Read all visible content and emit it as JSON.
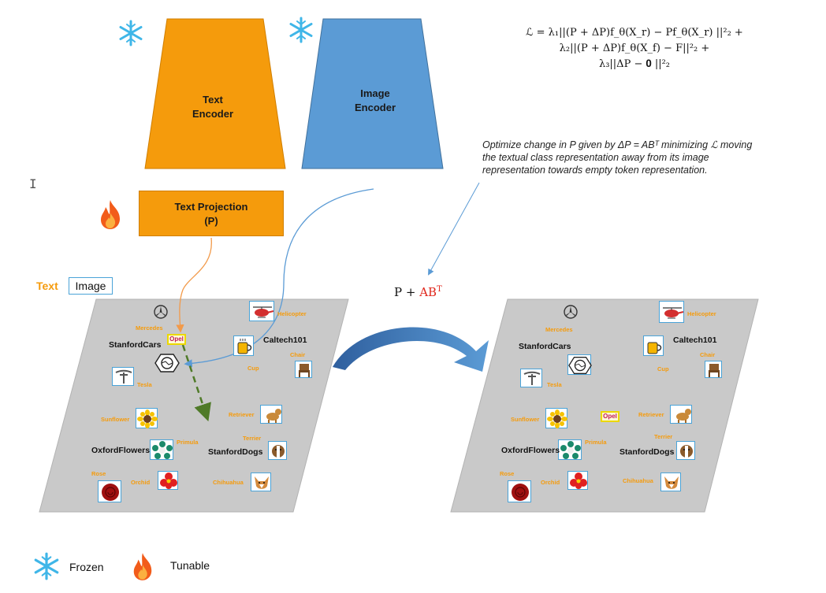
{
  "encoders": {
    "text_encoder_label": "Text\nEncoder",
    "image_encoder_label": "Image\nEncoder",
    "text_projection_label": "Text Projection\n(P)"
  },
  "formula": {
    "line1": "ℒ = λ₁||(P + ΔP)f_θ(X_r) − Pf_θ(X_r) ||²₂ +",
    "line2": "λ₂||(P + ΔP)f_θ(X_f) − F||²₂ +",
    "line3": "λ₃||ΔP − 𝟎 ||²₂"
  },
  "note": "Optimize change in P given by ΔP = ABᵀ minimizing ℒ moving the textual class representation away from its image representation towards empty token representation.",
  "update": {
    "prefix": "P + ",
    "suffix": "AB",
    "sup": "T"
  },
  "toggle": {
    "text": "Text",
    "image": "Image"
  },
  "left_plane": {
    "labels": {
      "mercedes": "Mercedes",
      "opel": "Opel",
      "helicopter": "Helicopter",
      "tesla": "Tesla",
      "cup": "Cup",
      "chair": "Chair",
      "sunflower": "Sunflower",
      "primula": "Primula",
      "retriever": "Retriever",
      "terrier": "Terrier",
      "rose": "Rose",
      "orchid": "Orchid",
      "chihuahua": "Chihuahua"
    },
    "datasets": {
      "stanford_cars": "StanfordCars",
      "caltech101": "Caltech101",
      "oxford_flowers": "OxfordFlowers",
      "stanford_dogs": "StanfordDogs"
    }
  },
  "right_plane": {
    "labels": {
      "mercedes": "Mercedes",
      "opel": "Opel",
      "helicopter": "Helicopter",
      "tesla": "Tesla",
      "cup": "Cup",
      "chair": "Chair",
      "sunflower": "Sunflower",
      "primula": "Primula",
      "retriever": "Retriever",
      "terrier": "Terrier",
      "rose": "Rose",
      "orchid": "Orchid",
      "chihuahua": "Chihuahua"
    },
    "datasets": {
      "stanford_cars": "StanfordCars",
      "caltech101": "Caltech101",
      "oxford_flowers": "OxfordFlowers",
      "stanford_dogs": "StanfordDogs"
    }
  },
  "legend": {
    "frozen": "Frozen",
    "tunable": "Tunable"
  },
  "colors": {
    "text_orange": "#f59b0c",
    "image_blue": "#5b9bd5",
    "plane_gray": "#c8c8c8",
    "icon_border": "#4aa3d8",
    "green_arrow": "#4f7a28",
    "red_accent": "#e0261b"
  }
}
